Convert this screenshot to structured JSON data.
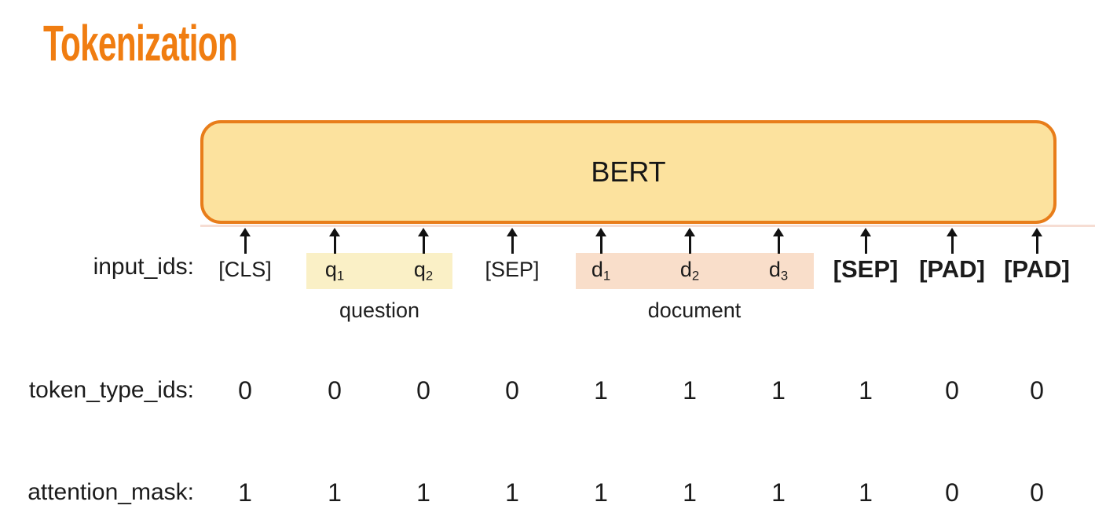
{
  "title": "Tokenization",
  "bert_label": "BERT",
  "colors": {
    "accent": "#f07d11",
    "box_fill": "#fce29e",
    "box_border": "#e87d1a",
    "question_highlight": "#faf0c6",
    "document_highlight": "#f9deca",
    "faint_line": "#f6ddd3",
    "text": "#1b1b1b"
  },
  "rows": {
    "input_ids": {
      "label": "input_ids:",
      "tokens": [
        {
          "text": "[CLS]",
          "sub": "",
          "style": "plain",
          "group": null
        },
        {
          "text": "q",
          "sub": "1",
          "style": "plain",
          "group": "question"
        },
        {
          "text": "q",
          "sub": "2",
          "style": "plain",
          "group": "question"
        },
        {
          "text": "[SEP]",
          "sub": "",
          "style": "plain",
          "group": null
        },
        {
          "text": "d",
          "sub": "1",
          "style": "plain",
          "group": "document"
        },
        {
          "text": "d",
          "sub": "2",
          "style": "plain",
          "group": "document"
        },
        {
          "text": "d",
          "sub": "3",
          "style": "plain",
          "group": "document"
        },
        {
          "text": "[SEP]",
          "sub": "",
          "style": "bold",
          "group": null
        },
        {
          "text": "[PAD]",
          "sub": "",
          "style": "bold",
          "group": null
        },
        {
          "text": "[PAD]",
          "sub": "",
          "style": "bold",
          "group": null
        }
      ]
    },
    "token_type_ids": {
      "label": "token_type_ids:",
      "values": [
        "0",
        "0",
        "0",
        "0",
        "1",
        "1",
        "1",
        "1",
        "0",
        "0"
      ]
    },
    "attention_mask": {
      "label": "attention_mask:",
      "values": [
        "1",
        "1",
        "1",
        "1",
        "1",
        "1",
        "1",
        "1",
        "0",
        "0"
      ]
    }
  },
  "groups": [
    {
      "label": "question"
    },
    {
      "label": "document"
    }
  ]
}
